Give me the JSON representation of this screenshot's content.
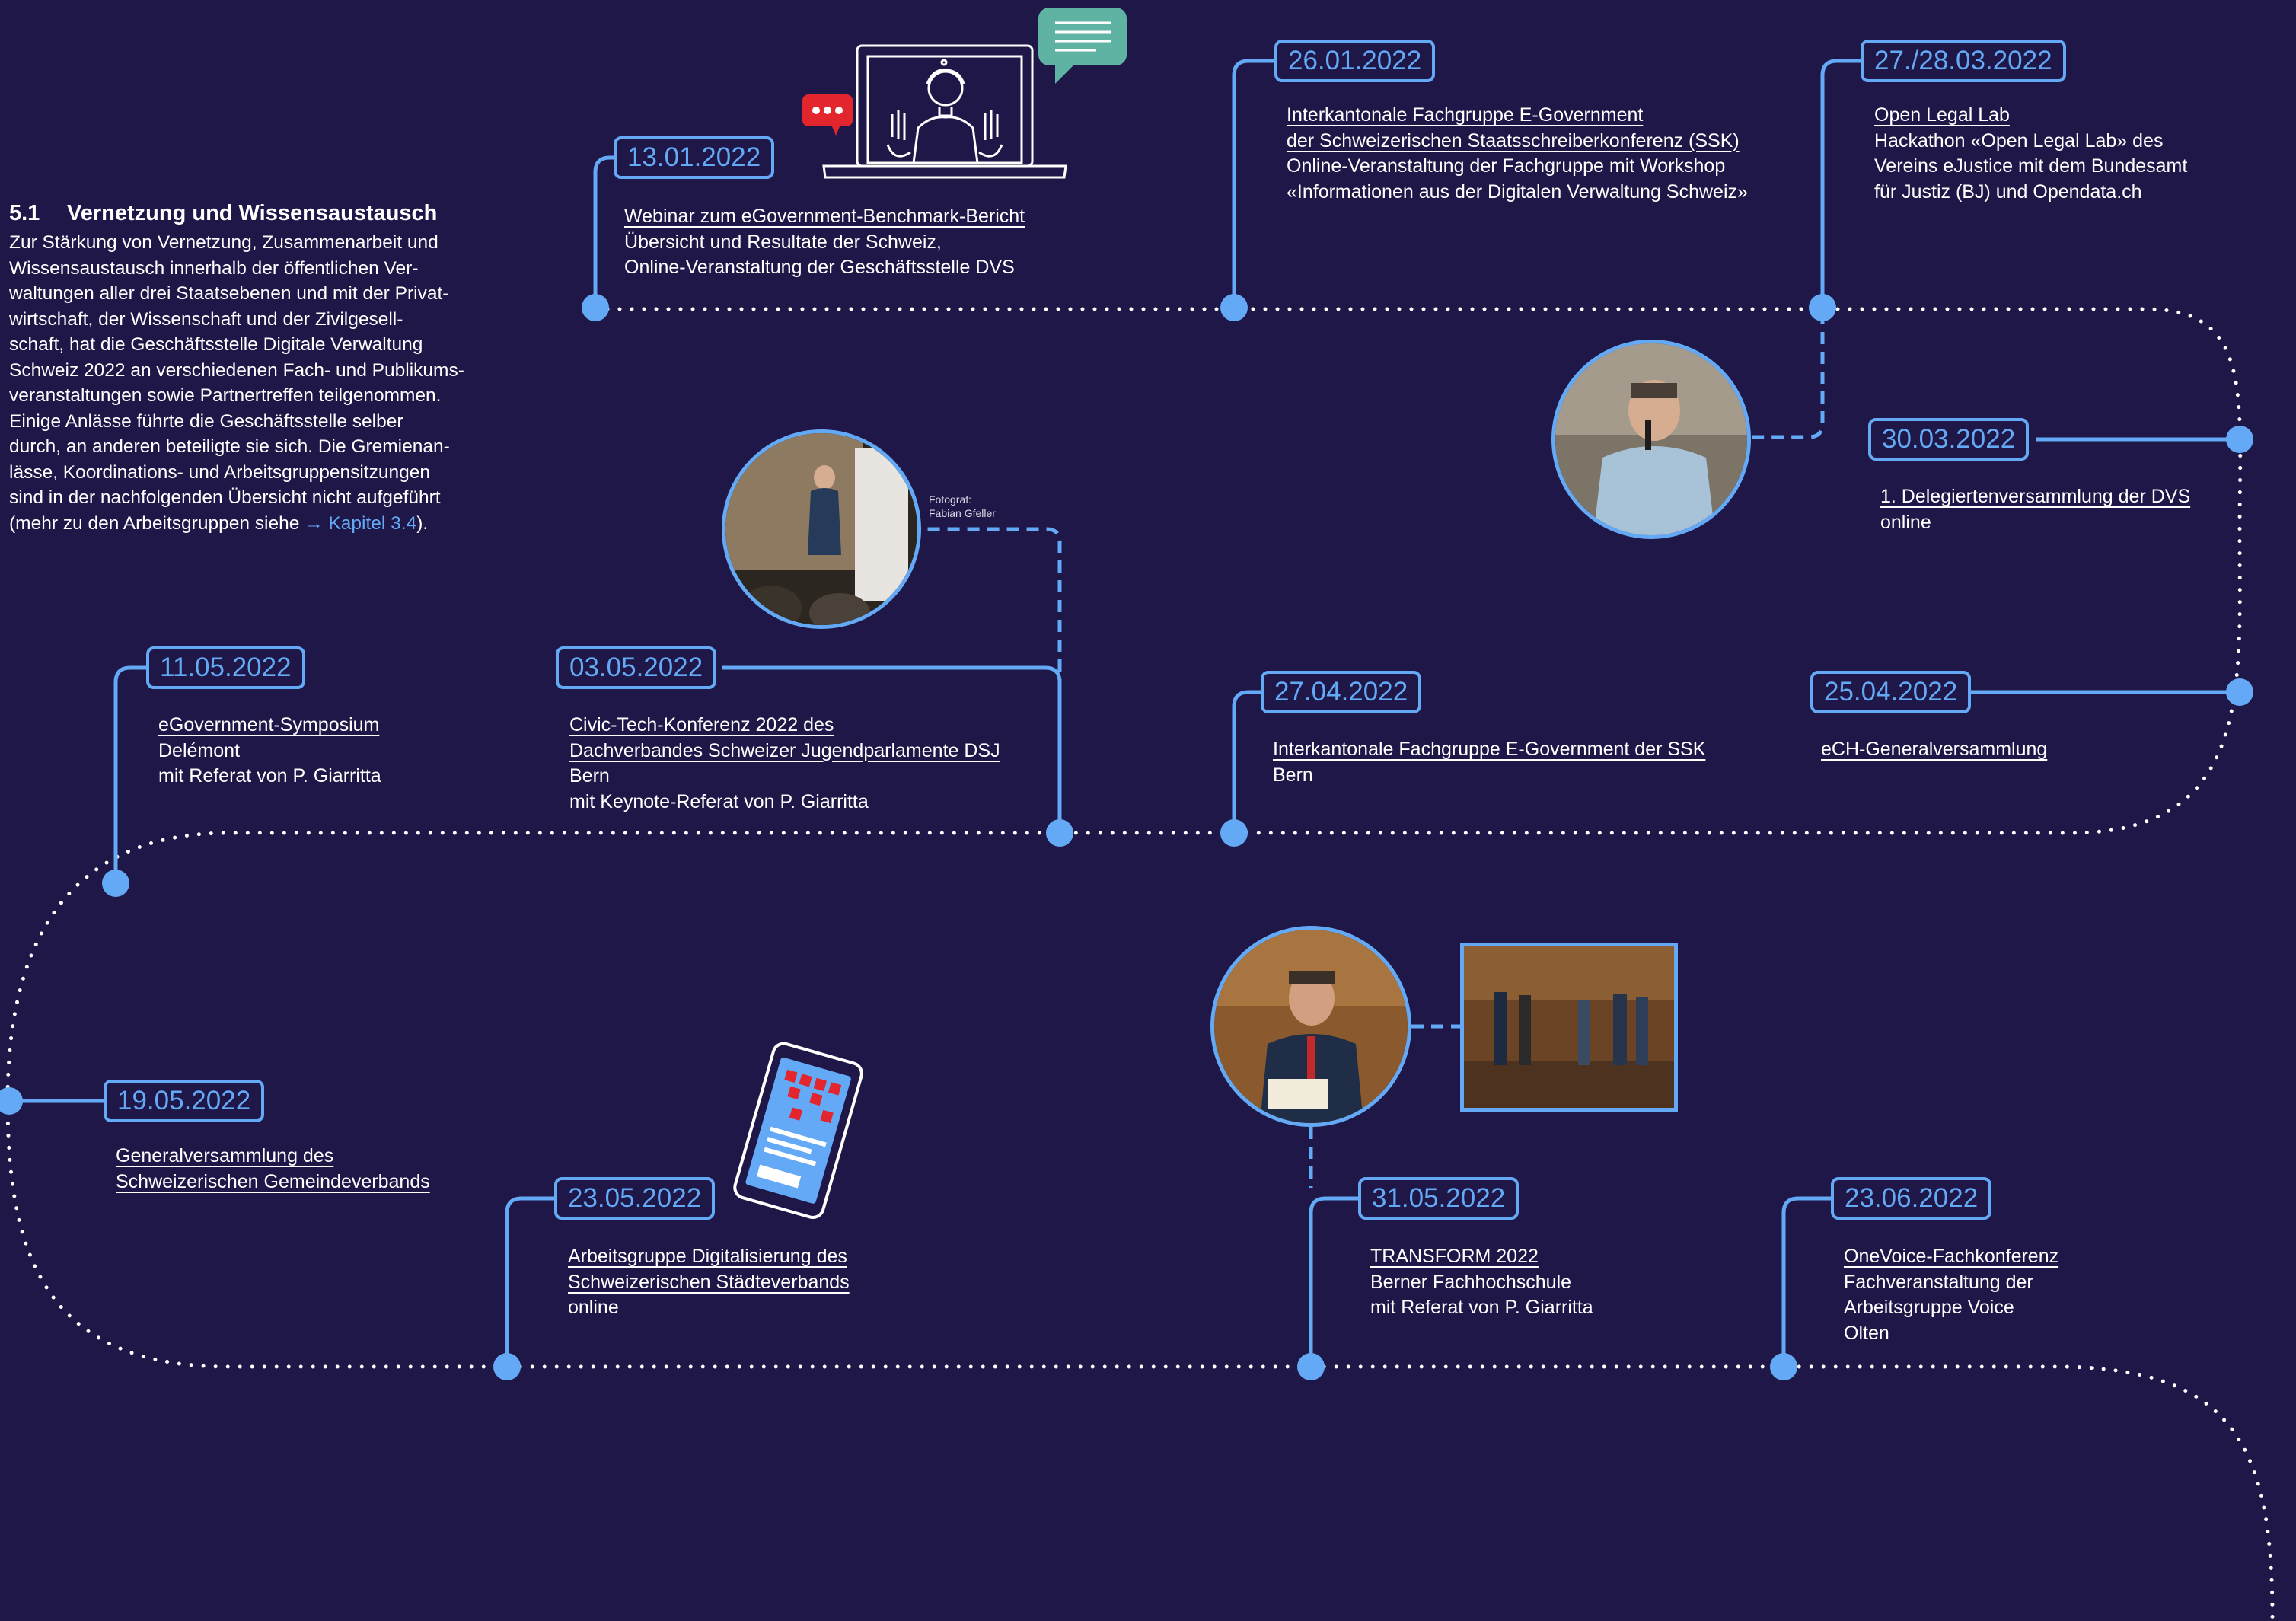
{
  "intro": {
    "number": "5.1",
    "title": "Vernetzung und Wissensaustausch",
    "lines": [
      "Zur Stärkung von Vernetzung, Zusammenarbeit und",
      "Wissensaustausch innerhalb der öffentlichen Ver-",
      "waltungen aller drei Staatsebenen und mit der Privat-",
      "wirtschaft, der Wissenschaft und der Zivilgesell-",
      "schaft, hat die Geschäftsstelle Digitale Verwaltung",
      "Schweiz 2022 an verschiedenen Fach- und Publikums-",
      "veranstaltungen sowie Partnertreffen teilgenommen.",
      "Einige Anlässe führte die Geschäftsstelle selber",
      "durch, an anderen beteiligte sie sich. Die Gremienan-",
      "lässe, Koordinations- und Arbeitsgruppensitzungen",
      "sind in der nachfolgenden Übersicht nicht aufgeführt"
    ],
    "last_prefix": "(mehr zu den Arbeitsgruppen siehe ",
    "last_arrow": "→",
    "last_link": " Kapitel 3.4",
    "last_suffix": ")."
  },
  "events": [
    {
      "date": "13.01.2022",
      "title": [
        "Webinar zum eGovernment-Benchmark-Bericht"
      ],
      "lines": [
        "Übersicht und Resultate der Schweiz,",
        "Online-Veranstaltung der Geschäftsstelle DVS"
      ]
    },
    {
      "date": "26.01.2022",
      "title": [
        "Interkantonale Fachgruppe E-Government",
        "der Schweizerischen Staatsschreiberkonferenz (SSK)"
      ],
      "lines": [
        "Online-Veranstaltung der Fachgruppe mit Workshop",
        "«Informationen aus der Digitalen Verwaltung Schweiz»"
      ]
    },
    {
      "date": "27./28.03.2022",
      "title": [
        "Open Legal Lab"
      ],
      "lines": [
        "Hackathon «Open Legal Lab» des",
        "Vereins eJustice mit dem Bundesamt",
        "für Justiz (BJ) und Opendata.ch"
      ]
    },
    {
      "date": "30.03.2022",
      "title": [
        "1. Delegiertenversammlung der DVS"
      ],
      "lines": [
        "online"
      ]
    },
    {
      "date": "25.04.2022",
      "title": [
        "eCH-Generalversammlung"
      ],
      "lines": []
    },
    {
      "date": "27.04.2022",
      "title": [
        "Interkantonale Fachgruppe E-Government der SSK"
      ],
      "lines": [
        "Bern"
      ]
    },
    {
      "date": "03.05.2022",
      "title": [
        "Civic-Tech-Konferenz 2022 des ",
        "Dachverbandes Schweizer Jugendparlamente DSJ"
      ],
      "lines": [
        "Bern",
        "mit Keynote-Referat von P. Giarritta"
      ]
    },
    {
      "date": "11.05.2022",
      "title": [
        "eGovernment-Symposium"
      ],
      "lines": [
        "Delémont",
        "mit Referat von P. Giarritta"
      ]
    },
    {
      "date": "19.05.2022",
      "title": [
        "Generalversammlung des",
        "Schweizerischen Gemeindeverbands"
      ],
      "lines": []
    },
    {
      "date": "23.05.2022",
      "title": [
        "Arbeitsgruppe Digitalisierung des",
        "Schweizerischen Städteverbands"
      ],
      "lines": [
        "online"
      ]
    },
    {
      "date": "31.05.2022",
      "title": [
        "TRANSFORM 2022"
      ],
      "lines": [
        "Berner Fachhochschule",
        "mit Referat von P. Giarritta"
      ]
    },
    {
      "date": "23.06.2022",
      "title": [
        "OneVoice-Fachkonferenz"
      ],
      "lines": [
        "Fachveranstaltung der",
        "Arbeitsgruppe Voice",
        "Olten"
      ]
    }
  ],
  "photo_credit": [
    "Fotograf:",
    "Fabian Gfeller"
  ],
  "colors": {
    "background": "#1e1747",
    "accent": "#64a9f5",
    "text": "#ffffff",
    "chat_red": "#e3262e",
    "chat_teal": "#5fb3a3"
  }
}
